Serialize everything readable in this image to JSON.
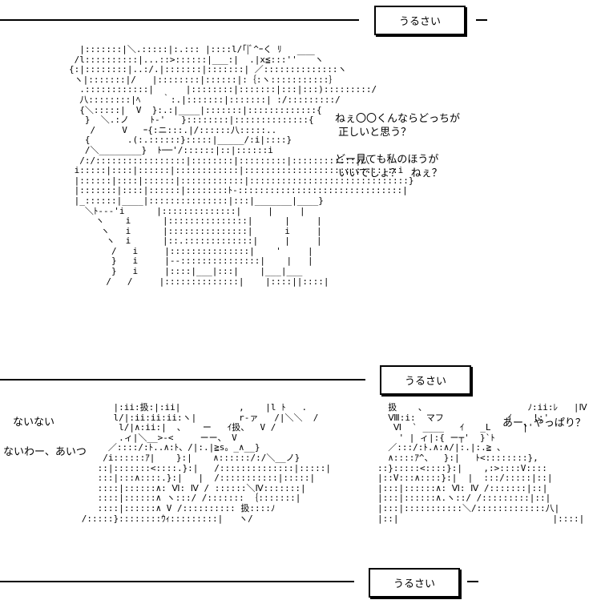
{
  "panels": [
    {
      "caption": "うるさい",
      "dialogue": [
        "ねぇ〇〇くんならどっちが",
        " 正しいと思う？",
        "",
        "どー見ても私のほうが",
        " いいでしょ？　ねぇ？"
      ],
      "art": [
        "  |:::::::|＼.:::::|:.::: |::::l/｢|ﾞ^ｰく ﾘ",
        " /l::::::::::|...::>::::::|___:|  .|x≦:::''￣￣ヽ",
        "{:|::::::::|..:/.|:::::::|:::::::| ／::::::::::::::ヽ",
        " ヽ|:::::::|/   |::::::::|::::::|:｛:ヽ:::::::::::｝",
        "  .::::::::::::|      |::::::::|:::::::|:::|:::):::::::::/",
        "  八::::::::|ﾍ    ｀:.|:::::::|:::::::| :/:::::::::/",
        "  {＼:::::|  V  }:.:|____|:::::::|:::::::::::::{",
        "   }  ＼.:ノ    ﾄ-'   }::::::::|::::::::::::::{",
        "    /     V   ｰ{:ニ:::.|/::::::八:::::..",
        "   {       .(:.::::::}:::::|_____/:i|::::}",
        "   /＼________}  ﾄ──'/::::::|::|::::::i",
        "  /:/:::::::::::::::::|::::::::|:::::::::|::::::::::::|八",
        " i:::::|::::|::::::|::::::::::::|:::::::::::::::::::::::::::::i",
        " |::::::|::::|::::::|::::::::::::|::::::::::::::::::::::::::::::}",
        " |:::::::|::::|::::::|::::::::ﾄ-:::::::::::::::::::::::::::::::|",
        " |_::::::|____|:::::::::::::::|:::|_______|____}",
        "   ＼ﾄ---'i      |::::::::::::::|     |     |",
        "     ヽ    i      |:::::::::::::::|      |     |",
        "      ヽ   i      |:::::::::::::::|      i     |",
        "       ヽ  i      |::.:::::::::::::|     |     |",
        "        /   i     |:::::::::::::::|    '     |",
        "        }   i     |--:::::::::::::::|    |   |",
        "        }   i     |::::|___|:::|    |___|___",
        "       /   /     |::::::::::::::|    |::::||::::|"
      ]
    },
    {
      "caption": "うるさい",
      "left_lines": [
        "ないない",
        "ないわー、あいつ"
      ],
      "right_lines": [
        "あー、やっぱり？"
      ],
      "art_left": [
        "            |:ii:扱:|:ii|           ,    |l ﾄ   .",
        "            l/|:ii:ii:ii:ヽ|        r‐ァ   /|＼＼  /",
        "             l/|∧:ii:|  ､    ー   ｲ扱、  V /",
        "             .ィ|＼__>‐<     ーー、 V",
        "           ／::::/:ﾄ..∧:ﾄ、/|:.|≧s。_∧__}",
        "          /i::::::ｱ|    }:|    ∧::::::/:/＼__ノ}",
        "         ::|:::::::<::::.}:|   /::::::::::::::|:::::|",
        "         :::|:::∧::::.}:|   |  /:::::::::::|:::::|",
        "         ::::|::::::∧: Ⅵ: Ⅳ / ::::::＼Ⅳ:::::::|",
        "         ::::|::::::∧ ヽ:::/ /::::::: ｛:::::::|",
        "         ::::|::::::∧ V /:::::::::: 扱::::ﾉ",
        "      /:::::}::::::::ｳｨ:::::::::|   ヽ/"
      ],
      "art_right": [
        "          扱    、                   ﾉ:ii:ﾚ   |Ⅳ",
        "          Ⅷ:i:  マフ            ｲ    !;'",
        "           Ⅵ  ` ____   ｲ   _L      |'",
        "            ' | ィ|:{ ー┬'  }`ﾄ",
        "          ／:::/:ﾄ.∧:∧/|:.|:.≧ 、",
        "          ∧::::ｱ^、  }:|   ﾄ<::::::::},",
        "        ::}:::::<::::}:|    ,:>::::V::::",
        "        |::V:::∧::::}:|  |  :::/:::::|::|",
        "        |:::|::::::∧: Ⅵ: Ⅳ /:::::::|::|",
        "        |:::|::::::∧.ヽ::/ /:::::::::|::|",
        "        |:::|:::::::::::＼/:::::::::::::八|",
        "        |::|                             |::::|"
      ]
    },
    {
      "caption": "うるさい"
    }
  ]
}
